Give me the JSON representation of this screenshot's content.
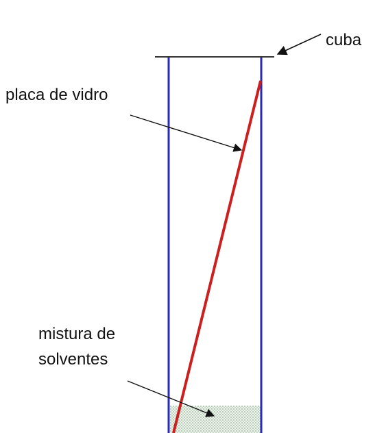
{
  "labels": {
    "cuba": "cuba",
    "placa": "placa de vidro",
    "mistura_line1": "mistura de",
    "mistura_line2": "solventes"
  },
  "colors": {
    "wall": "#2a2ab8",
    "plate": "#cc1f1f",
    "lid": "#333333",
    "arrow": "#111111",
    "solvent": "#7aa07a",
    "solvent_bg": "#eef3ee"
  }
}
